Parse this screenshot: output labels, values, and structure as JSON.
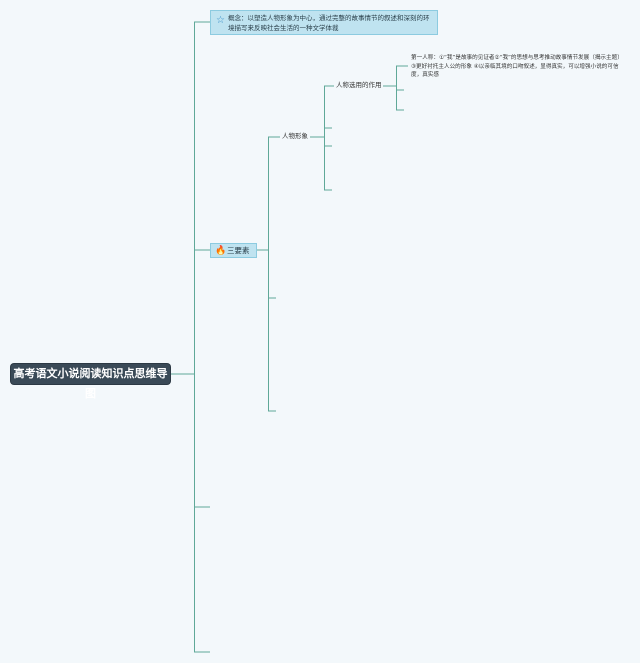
{
  "root": {
    "label": "高考语文小说阅读知识点思维导图"
  },
  "concept": {
    "icon": "star-icon",
    "text": "概念：以塑造人物形象为中心，通过完整的故事情节的叙述和深刻的环境描写来反映社会生活的一种文学体裁"
  },
  "elements": {
    "icon": "fire-icon",
    "label": "三要素"
  },
  "character": {
    "label": "人物形象"
  },
  "person_use": {
    "label": "人称选用的作用"
  },
  "first_person": {
    "text": "第一人称：①“我”是故事的见证者②“我”的思想与思考推动故事情节发展（揭示主题）③更好衬托主人公的形象 ④以亲临其境的口吻叙述，显得真实，可以增强小说的可信度，真实感"
  },
  "colors": {
    "line": "#5fa898",
    "root_bg": "#3a4a57",
    "node_bg": "#bfe3f0",
    "node_border": "#8ccbe0",
    "background": "#f3f8fb"
  }
}
